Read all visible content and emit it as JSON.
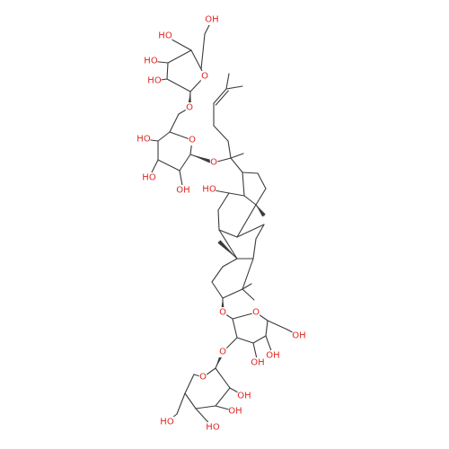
{
  "molecule": {
    "element_colors": {
      "C": "#3b3b3b",
      "O": "#e0251f",
      "background": "#ffffff"
    },
    "labels": [
      {
        "id": "g1-oh-top",
        "text": "HO",
        "type": "hydroxyl"
      },
      {
        "id": "g1-ch2oh",
        "text": "OH",
        "type": "hydroxyl"
      },
      {
        "id": "g1-oh-mid",
        "text": "HO",
        "type": "hydroxyl"
      },
      {
        "id": "g1-oh-low",
        "text": "HO",
        "type": "hydroxyl"
      },
      {
        "id": "g1-ring-o",
        "text": "O",
        "type": "ring-oxygen"
      },
      {
        "id": "g1-link-o",
        "text": "O",
        "type": "ether-oxygen"
      },
      {
        "id": "g2-oh-a",
        "text": "HO",
        "type": "hydroxyl"
      },
      {
        "id": "g2-oh-b",
        "text": "HO",
        "type": "hydroxyl"
      },
      {
        "id": "g2-oh-c",
        "text": "OH",
        "type": "hydroxyl"
      },
      {
        "id": "g2-ring-o",
        "text": "O",
        "type": "ring-oxygen"
      },
      {
        "id": "c20-o",
        "text": "O",
        "type": "ether-oxygen"
      },
      {
        "id": "c12-oh",
        "text": "HO",
        "type": "hydroxyl"
      },
      {
        "id": "c3-o",
        "text": "O",
        "type": "ether-oxygen"
      },
      {
        "id": "g3-ring-o",
        "text": "O",
        "type": "ring-oxygen"
      },
      {
        "id": "g3-ch2oh",
        "text": "OH",
        "type": "hydroxyl"
      },
      {
        "id": "g3-oh-a",
        "text": "OH",
        "type": "hydroxyl"
      },
      {
        "id": "g3-oh-b",
        "text": "OH",
        "type": "hydroxyl"
      },
      {
        "id": "g3-link-o",
        "text": "O",
        "type": "ether-oxygen"
      },
      {
        "id": "g4-ring-o",
        "text": "O",
        "type": "ring-oxygen"
      },
      {
        "id": "g4-ch2oh",
        "text": "HO",
        "type": "hydroxyl"
      },
      {
        "id": "g4-oh-a",
        "text": "OH",
        "type": "hydroxyl"
      },
      {
        "id": "g4-oh-b",
        "text": "OH",
        "type": "hydroxyl"
      },
      {
        "id": "g4-oh-c",
        "text": "HO",
        "type": "hydroxyl"
      }
    ]
  }
}
